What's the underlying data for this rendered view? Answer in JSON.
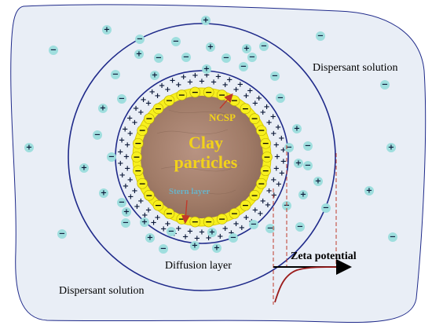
{
  "labels": {
    "dispersant_top": "Dispersant solution",
    "dispersant_bottom": "Dispersant solution",
    "diffusion_layer": "Diffusion layer",
    "zeta_potential": "Zeta potential",
    "ncsp": "NCSP",
    "clay_line1": "Clay",
    "clay_line2": "particles",
    "stern_layer": "Stern layer"
  },
  "symbols": {
    "plus": "+",
    "minus": "−"
  },
  "colors": {
    "solution_fill": "#e9eef6",
    "circle_stroke": "#1f2a8a",
    "ion_fill": "#9fdede",
    "ncsp_ring": "#f7f01e",
    "clay_core": "#a57f6a",
    "clay_text": "#f2d21a",
    "stern_text": "#6ab3c8",
    "arrow_red": "#c0392b",
    "zeta_curve": "#9b1c1c"
  }
}
